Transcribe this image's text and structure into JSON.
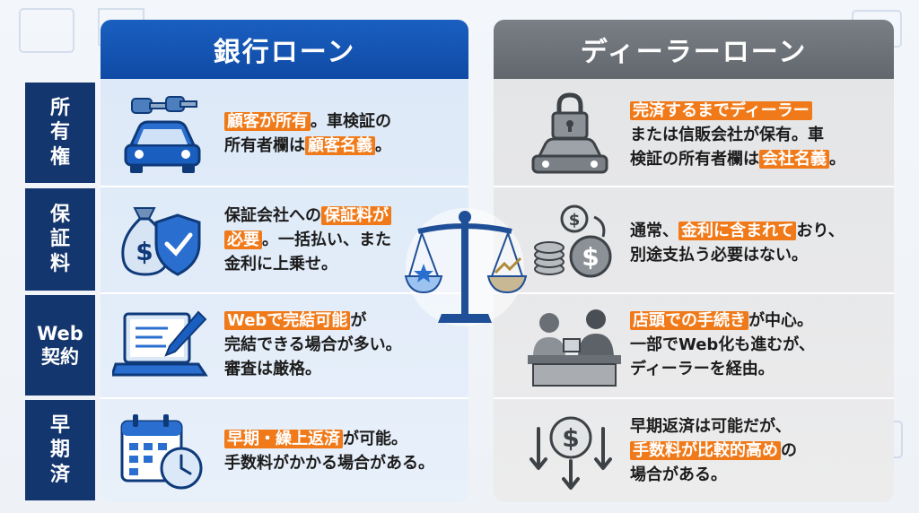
{
  "headers": {
    "bank": "銀行ローン",
    "dealer": "ディーラーローン"
  },
  "rows": [
    {
      "label": "所\n有\n権",
      "bank": [
        [
          {
            "t": "顧客が所有",
            "hl": true
          },
          {
            "t": "。車検証の",
            "hl": false
          }
        ],
        [
          {
            "t": "所有者欄は",
            "hl": false
          },
          {
            "t": "顧客名義",
            "hl": true
          },
          {
            "t": "。",
            "hl": false
          }
        ]
      ],
      "dealer": [
        [
          {
            "t": "完済するまでディーラー",
            "hl": true
          }
        ],
        [
          {
            "t": "または信販会社が保有。車",
            "hl": false
          }
        ],
        [
          {
            "t": "検証の所有者欄は",
            "hl": false
          },
          {
            "t": "会社名義",
            "hl": true
          },
          {
            "t": "。",
            "hl": false
          }
        ]
      ]
    },
    {
      "label": "保\n証\n料",
      "bank": [
        [
          {
            "t": "保証会社への",
            "hl": false
          },
          {
            "t": "保証料が",
            "hl": true
          }
        ],
        [
          {
            "t": "必要",
            "hl": true
          },
          {
            "t": "。一括払い、また",
            "hl": false
          }
        ],
        [
          {
            "t": "金利に上乗せ。",
            "hl": false
          }
        ]
      ],
      "dealer": [
        [
          {
            "t": "通常、",
            "hl": false
          },
          {
            "t": "金利に含まれて",
            "hl": true
          },
          {
            "t": "おり、",
            "hl": false
          }
        ],
        [
          {
            "t": "別途支払う必要はない。",
            "hl": false
          }
        ]
      ]
    },
    {
      "label": "Web\n契約",
      "bank": [
        [
          {
            "t": "Webで完結可能",
            "hl": true
          },
          {
            "t": "が",
            "hl": false
          }
        ],
        [
          {
            "t": "完結できる場合が多い。",
            "hl": false
          }
        ],
        [
          {
            "t": "審査は厳格。",
            "hl": false
          }
        ]
      ],
      "dealer": [
        [
          {
            "t": "店頭での手続き",
            "hl": true
          },
          {
            "t": "が中心。",
            "hl": false
          }
        ],
        [
          {
            "t": "一部でWeb化も進むが、",
            "hl": false
          }
        ],
        [
          {
            "t": "ディーラーを経由。",
            "hl": false
          }
        ]
      ]
    },
    {
      "label": "早\n期\n済",
      "bank": [
        [
          {
            "t": "早期・繰上返済",
            "hl": true
          },
          {
            "t": "が可能。",
            "hl": false
          }
        ],
        [
          {
            "t": "手数料がかかる場合がある。",
            "hl": false
          }
        ]
      ],
      "dealer": [
        [
          {
            "t": "早期返済は可能だが、",
            "hl": false
          }
        ],
        [
          {
            "t": "手数料が比較的高め",
            "hl": true
          },
          {
            "t": "の",
            "hl": false
          }
        ],
        [
          {
            "t": "場合がある。",
            "hl": false
          }
        ]
      ]
    }
  ],
  "icons": {
    "bank": [
      "car-keys-icon",
      "money-bag-shield-icon",
      "laptop-pen-icon",
      "calendar-clock-icon"
    ],
    "dealer": [
      "locked-car-icon",
      "coins-dollar-icon",
      "counter-staff-icon",
      "dollar-down-arrows-icon"
    ],
    "center": "balance-scale-icon"
  },
  "colors": {
    "bank_header": "#1a5fc0",
    "dealer_header": "#6e7379",
    "label_bg": "#14366e",
    "highlight": "#f07a1a"
  }
}
